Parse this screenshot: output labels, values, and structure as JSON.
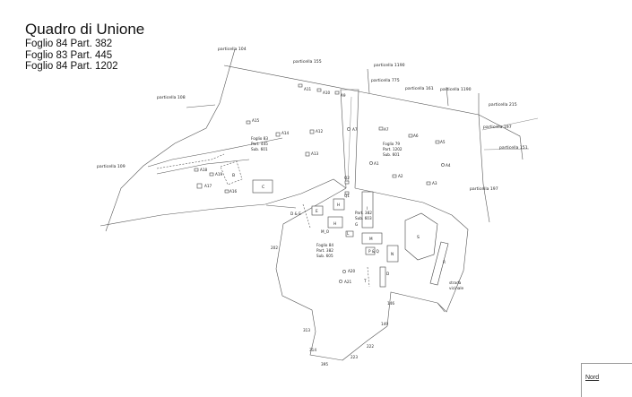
{
  "title": {
    "main": "Quadro di Unione",
    "lines": [
      "Foglio 84 Part. 382",
      "Foglio 83 Part. 445",
      "Foglio 84 Part. 1202"
    ]
  },
  "parcels": {
    "p104": "particella 104",
    "p155": "particella 155",
    "p1190a": "particella 1190",
    "p775": "particella 775",
    "p161": "particella 161",
    "p1190b": "particella 1190",
    "p215": "particella 215",
    "p108": "particella 108",
    "p197a": "particella 197",
    "p151": "particella 151",
    "p109": "particella 109",
    "p197b": "particella 197"
  },
  "sheets": {
    "f83": [
      "Foglio 83",
      "Part. 445",
      "Sub. 601"
    ],
    "f79": [
      "Foglio 79",
      "Part. 1202",
      "Sub. 601"
    ],
    "f84a": [
      "Part. 382",
      "Sub. 603"
    ],
    "f84b": [
      "Foglio 84",
      "Part. 382",
      "Sub. 605"
    ]
  },
  "markers": {
    "a11": "A11",
    "a10": "A10",
    "a9": "A9",
    "a15": "A15",
    "a14": "A14",
    "a12": "A12",
    "a7a": "A7",
    "a7b": "A7",
    "a6": "A6",
    "a5": "A5",
    "a13": "A13",
    "a1": "A1",
    "a4": "A4",
    "a2": "A2",
    "a3": "A3",
    "a18": "A18",
    "a19": "A19",
    "a17": "A17",
    "a16": "A16",
    "a20": "A20",
    "a21": "A21",
    "q2": "Q2",
    "q1": "Q1"
  },
  "buildings": {
    "b": "B",
    "c": "C",
    "h1": "H",
    "h2": "H",
    "i": "I",
    "de": "D & E",
    "e": "E",
    "mo": "M_O",
    "l": "L",
    "m": "M",
    "s": "S",
    "pq": "P & Q",
    "n": "N",
    "r": "R",
    "g": "G",
    "o": "D",
    "t": "T"
  },
  "road": {
    "line1": "strada",
    "line2": "vicinale"
  },
  "boundary_numbers": {
    "n202": "202",
    "n146": "146",
    "n149": "149",
    "n313": "313",
    "n314": "314",
    "n222": "222",
    "n223": "223",
    "n395": "395"
  },
  "north": {
    "label": "Nord"
  }
}
